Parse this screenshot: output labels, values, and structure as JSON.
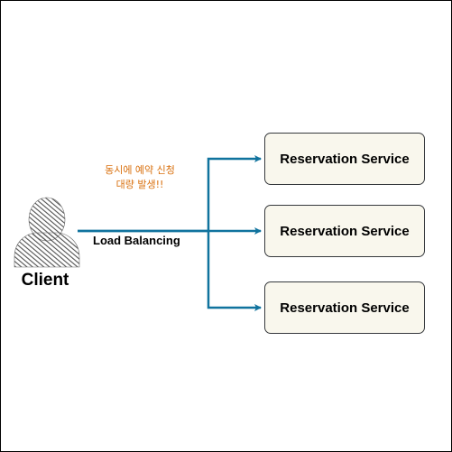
{
  "client": {
    "label": "Client",
    "icon": "user-icon"
  },
  "load_balancer": {
    "label": "Load Balancing"
  },
  "note": {
    "line1": "동시에 예약 신청",
    "line2": "대량 발생!!"
  },
  "services": [
    {
      "label": "Reservation Service"
    },
    {
      "label": "Reservation Service"
    },
    {
      "label": "Reservation Service"
    }
  ],
  "colors": {
    "arrow": "#10739e",
    "service_fill": "#f9f7ed",
    "service_stroke": "#36393d",
    "note_text": "#d9700e",
    "icon": "#505050"
  }
}
